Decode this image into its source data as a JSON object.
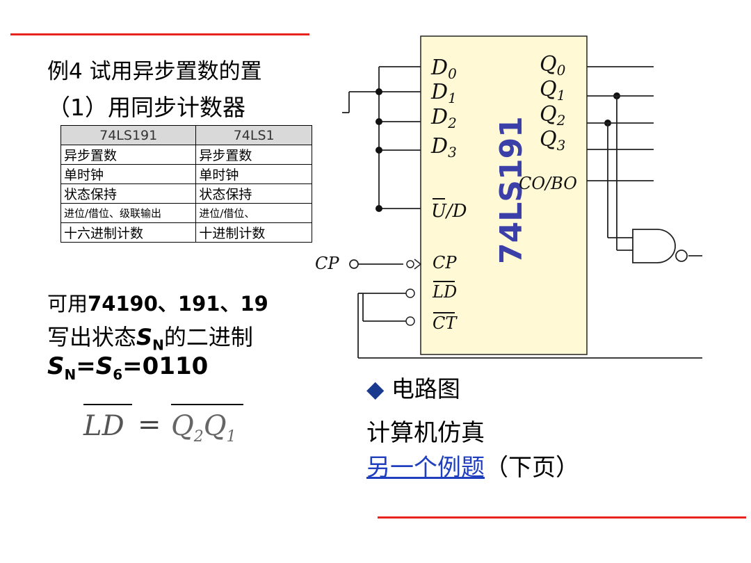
{
  "heading": {
    "line1": "例4 试用异步置数的置",
    "line2": "（1）用同步计数器"
  },
  "table": {
    "headers": [
      "74LS191",
      "74LS1"
    ],
    "rows": [
      [
        "异步置数",
        "异步置数"
      ],
      [
        "单时钟",
        "单时钟"
      ],
      [
        "状态保持",
        "状态保持"
      ],
      [
        "进位/借位、级联输出",
        "进位/借位、"
      ],
      [
        "十六进制计数",
        "十进制计数"
      ]
    ]
  },
  "text": {
    "usable_prefix": "可用",
    "usable_bold": "74190、191、19",
    "write_prefix": "写出状态",
    "s": "S",
    "n": "N",
    "write_suffix": "的二进制",
    "eq_s1": "S",
    "eq_n": "N",
    "eq_eq": "=",
    "eq_s2": "S",
    "eq_6": "6",
    "eq_val": "=0110"
  },
  "formula": {
    "lhs": "LD",
    "eq": "=",
    "q1": "Q",
    "s1": "2",
    "q2": "Q",
    "s2": "1"
  },
  "diagram": {
    "chip_label": "74LS191",
    "pins_left": [
      "D",
      "D",
      "D",
      "D",
      "U/D",
      "CP",
      "LD",
      "CT"
    ],
    "pins_left_sub": [
      "0",
      "1",
      "2",
      "3"
    ],
    "pins_right": [
      "Q",
      "Q",
      "Q",
      "Q",
      "CO/BO"
    ],
    "pins_right_sub": [
      "0",
      "1",
      "2",
      "3"
    ],
    "cp_input": "CP"
  },
  "right_text": {
    "bullet": "◆",
    "circuit": "电路图",
    "sim": "计算机仿真",
    "link": "另一个例题",
    "next": "（下页）"
  },
  "colors": {
    "rule": "#e8231e",
    "chip_fill": "#fff9d6",
    "chip_label": "#3b3fa8",
    "link": "#1f3fbf",
    "bullet": "#1a3a8f"
  }
}
